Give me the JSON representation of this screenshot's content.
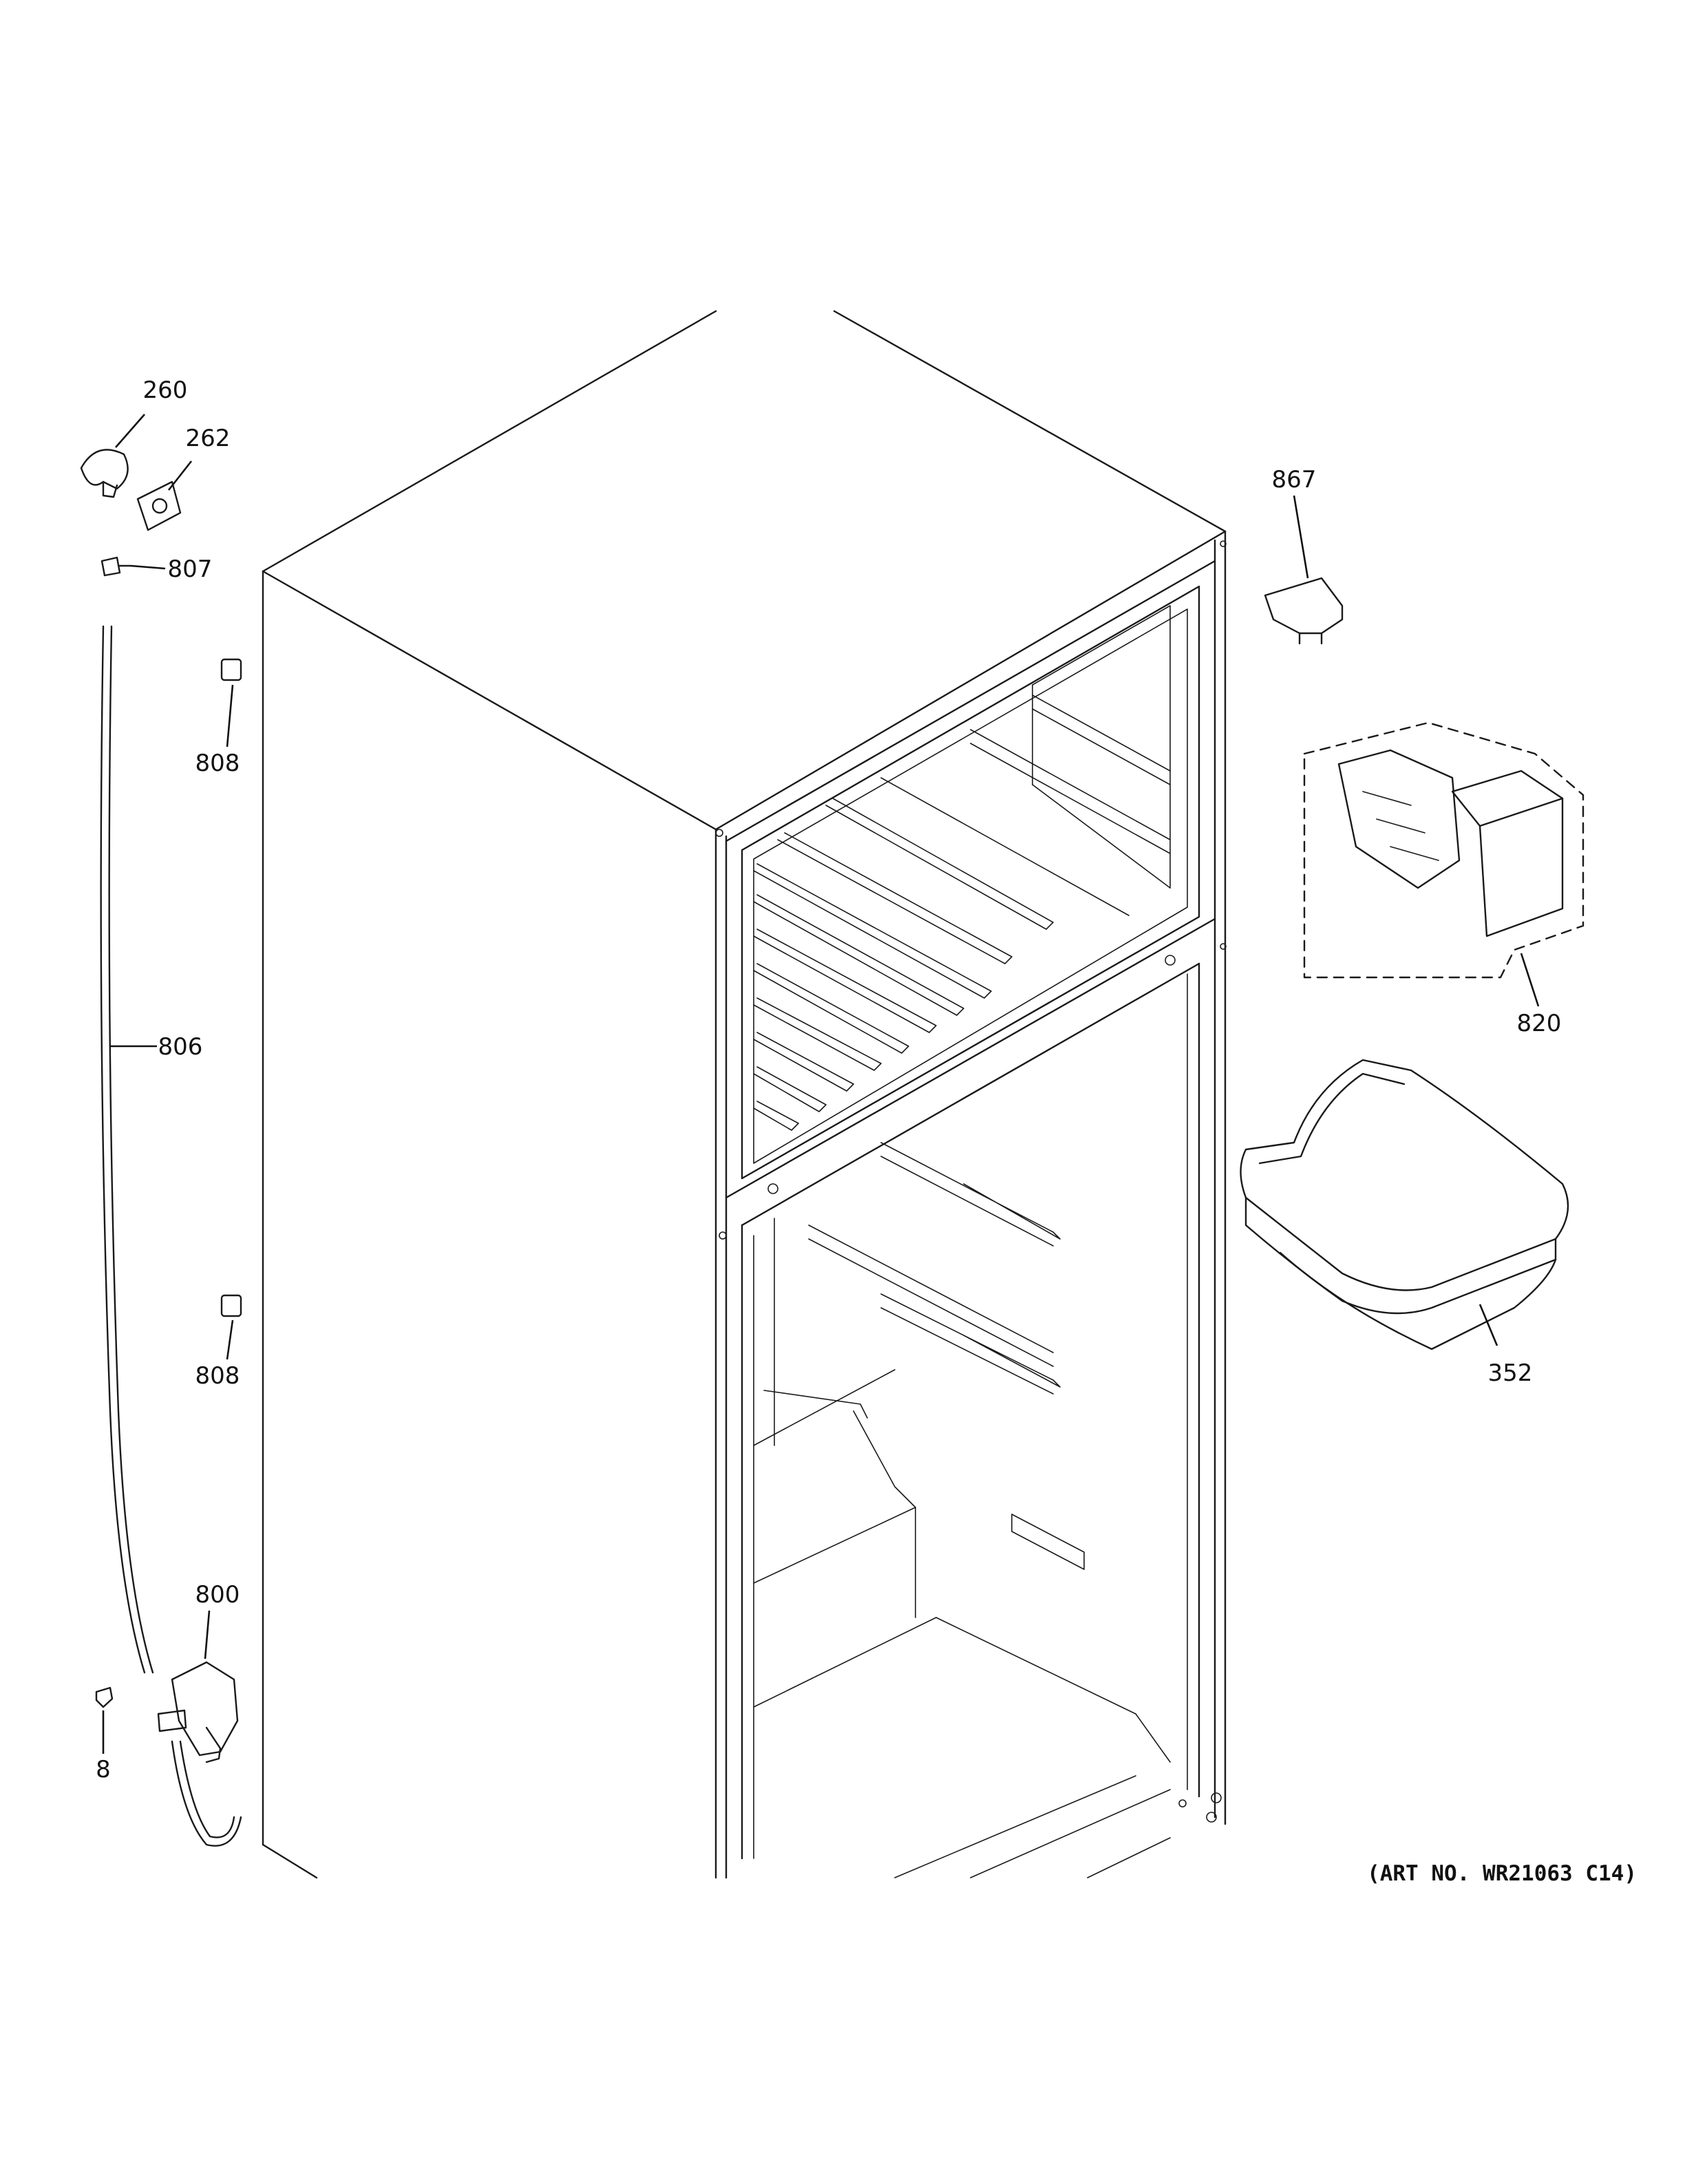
{
  "diagram": {
    "art_number": "(ART NO. WR21063 C14)",
    "callouts": [
      {
        "id": "260",
        "label": "260"
      },
      {
        "id": "262",
        "label": "262"
      },
      {
        "id": "807",
        "label": "807"
      },
      {
        "id": "808a",
        "label": "808"
      },
      {
        "id": "806",
        "label": "806"
      },
      {
        "id": "808b",
        "label": "808"
      },
      {
        "id": "800",
        "label": "800"
      },
      {
        "id": "8",
        "label": "8"
      },
      {
        "id": "867",
        "label": "867"
      },
      {
        "id": "820",
        "label": "820"
      },
      {
        "id": "352",
        "label": "352"
      }
    ]
  }
}
